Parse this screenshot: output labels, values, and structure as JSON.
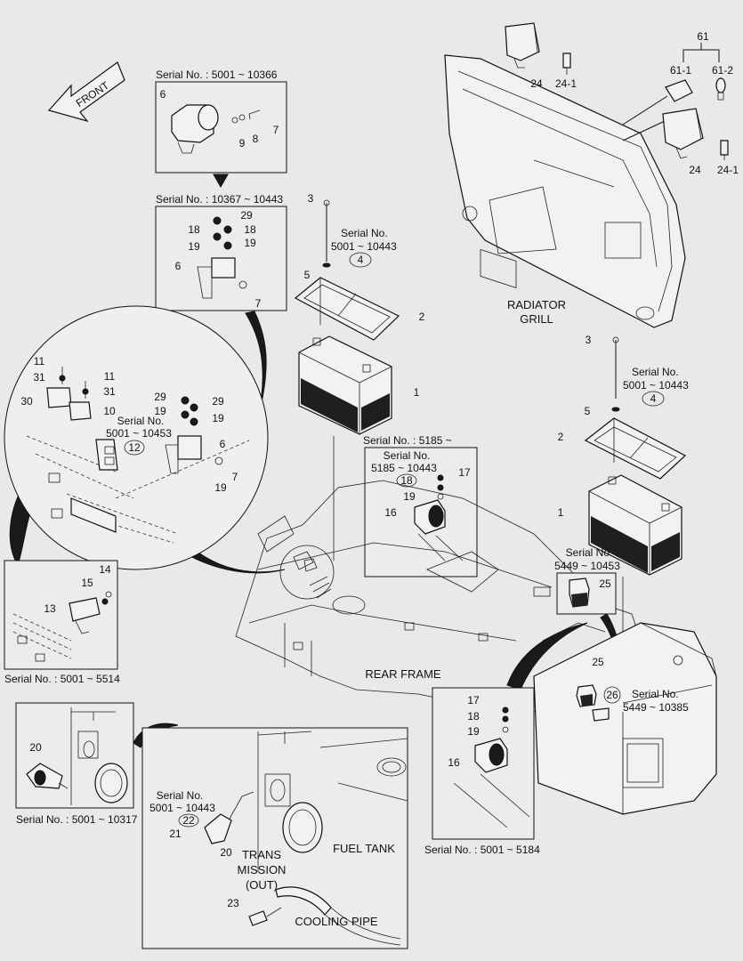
{
  "direction": {
    "front": "FRONT"
  },
  "areas": {
    "radiator_grill": [
      "RADIATOR",
      "GRILL"
    ],
    "rear_frame": "REAR FRAME",
    "fuel_tank": "FUEL TANK",
    "transmission_out": [
      "TRANS",
      "MISSION",
      "(OUT)"
    ],
    "cooling_pipe": "COOLING PIPE"
  },
  "serial_labels": {
    "s_5001_10366": "Serial No. : 5001 ~ 10366",
    "s_10367_10443": "Serial No. : 10367 ~ 10443",
    "s_5185_plus": "Serial No. : 5185 ~",
    "s_5001_5514": "Serial No. : 5001 ~ 5514",
    "s_5001_10317": "Serial No. : 5001 ~ 10317",
    "s_5001_5184": "Serial No. : 5001 ~ 5184",
    "word": "Serial No.",
    "r_5001_10443": "5001 ~ 10443",
    "r_5001_10453": "5001 ~ 10453",
    "r_5185_10443": "5185 ~ 10443",
    "r_5449_10453": "5449 ~ 10453",
    "r_5449_10385": "5449 ~ 10385"
  },
  "part_numbers": {
    "p1": "1",
    "p2": "2",
    "p3": "3",
    "p4": "4",
    "p5": "5",
    "p6": "6",
    "p7": "7",
    "p8": "8",
    "p9": "9",
    "p10": "10",
    "p11": "11",
    "p12": "12",
    "p13": "13",
    "p14": "14",
    "p15": "15",
    "p16": "16",
    "p17": "17",
    "p18": "18",
    "p19": "19",
    "p20": "20",
    "p21": "21",
    "p22": "22",
    "p23": "23",
    "p24": "24",
    "p24_1": "24-1",
    "p25": "25",
    "p26": "26",
    "p29": "29",
    "p30": "30",
    "p31": "31",
    "p61": "61",
    "p61_1": "61-1",
    "p61_2": "61-2"
  }
}
